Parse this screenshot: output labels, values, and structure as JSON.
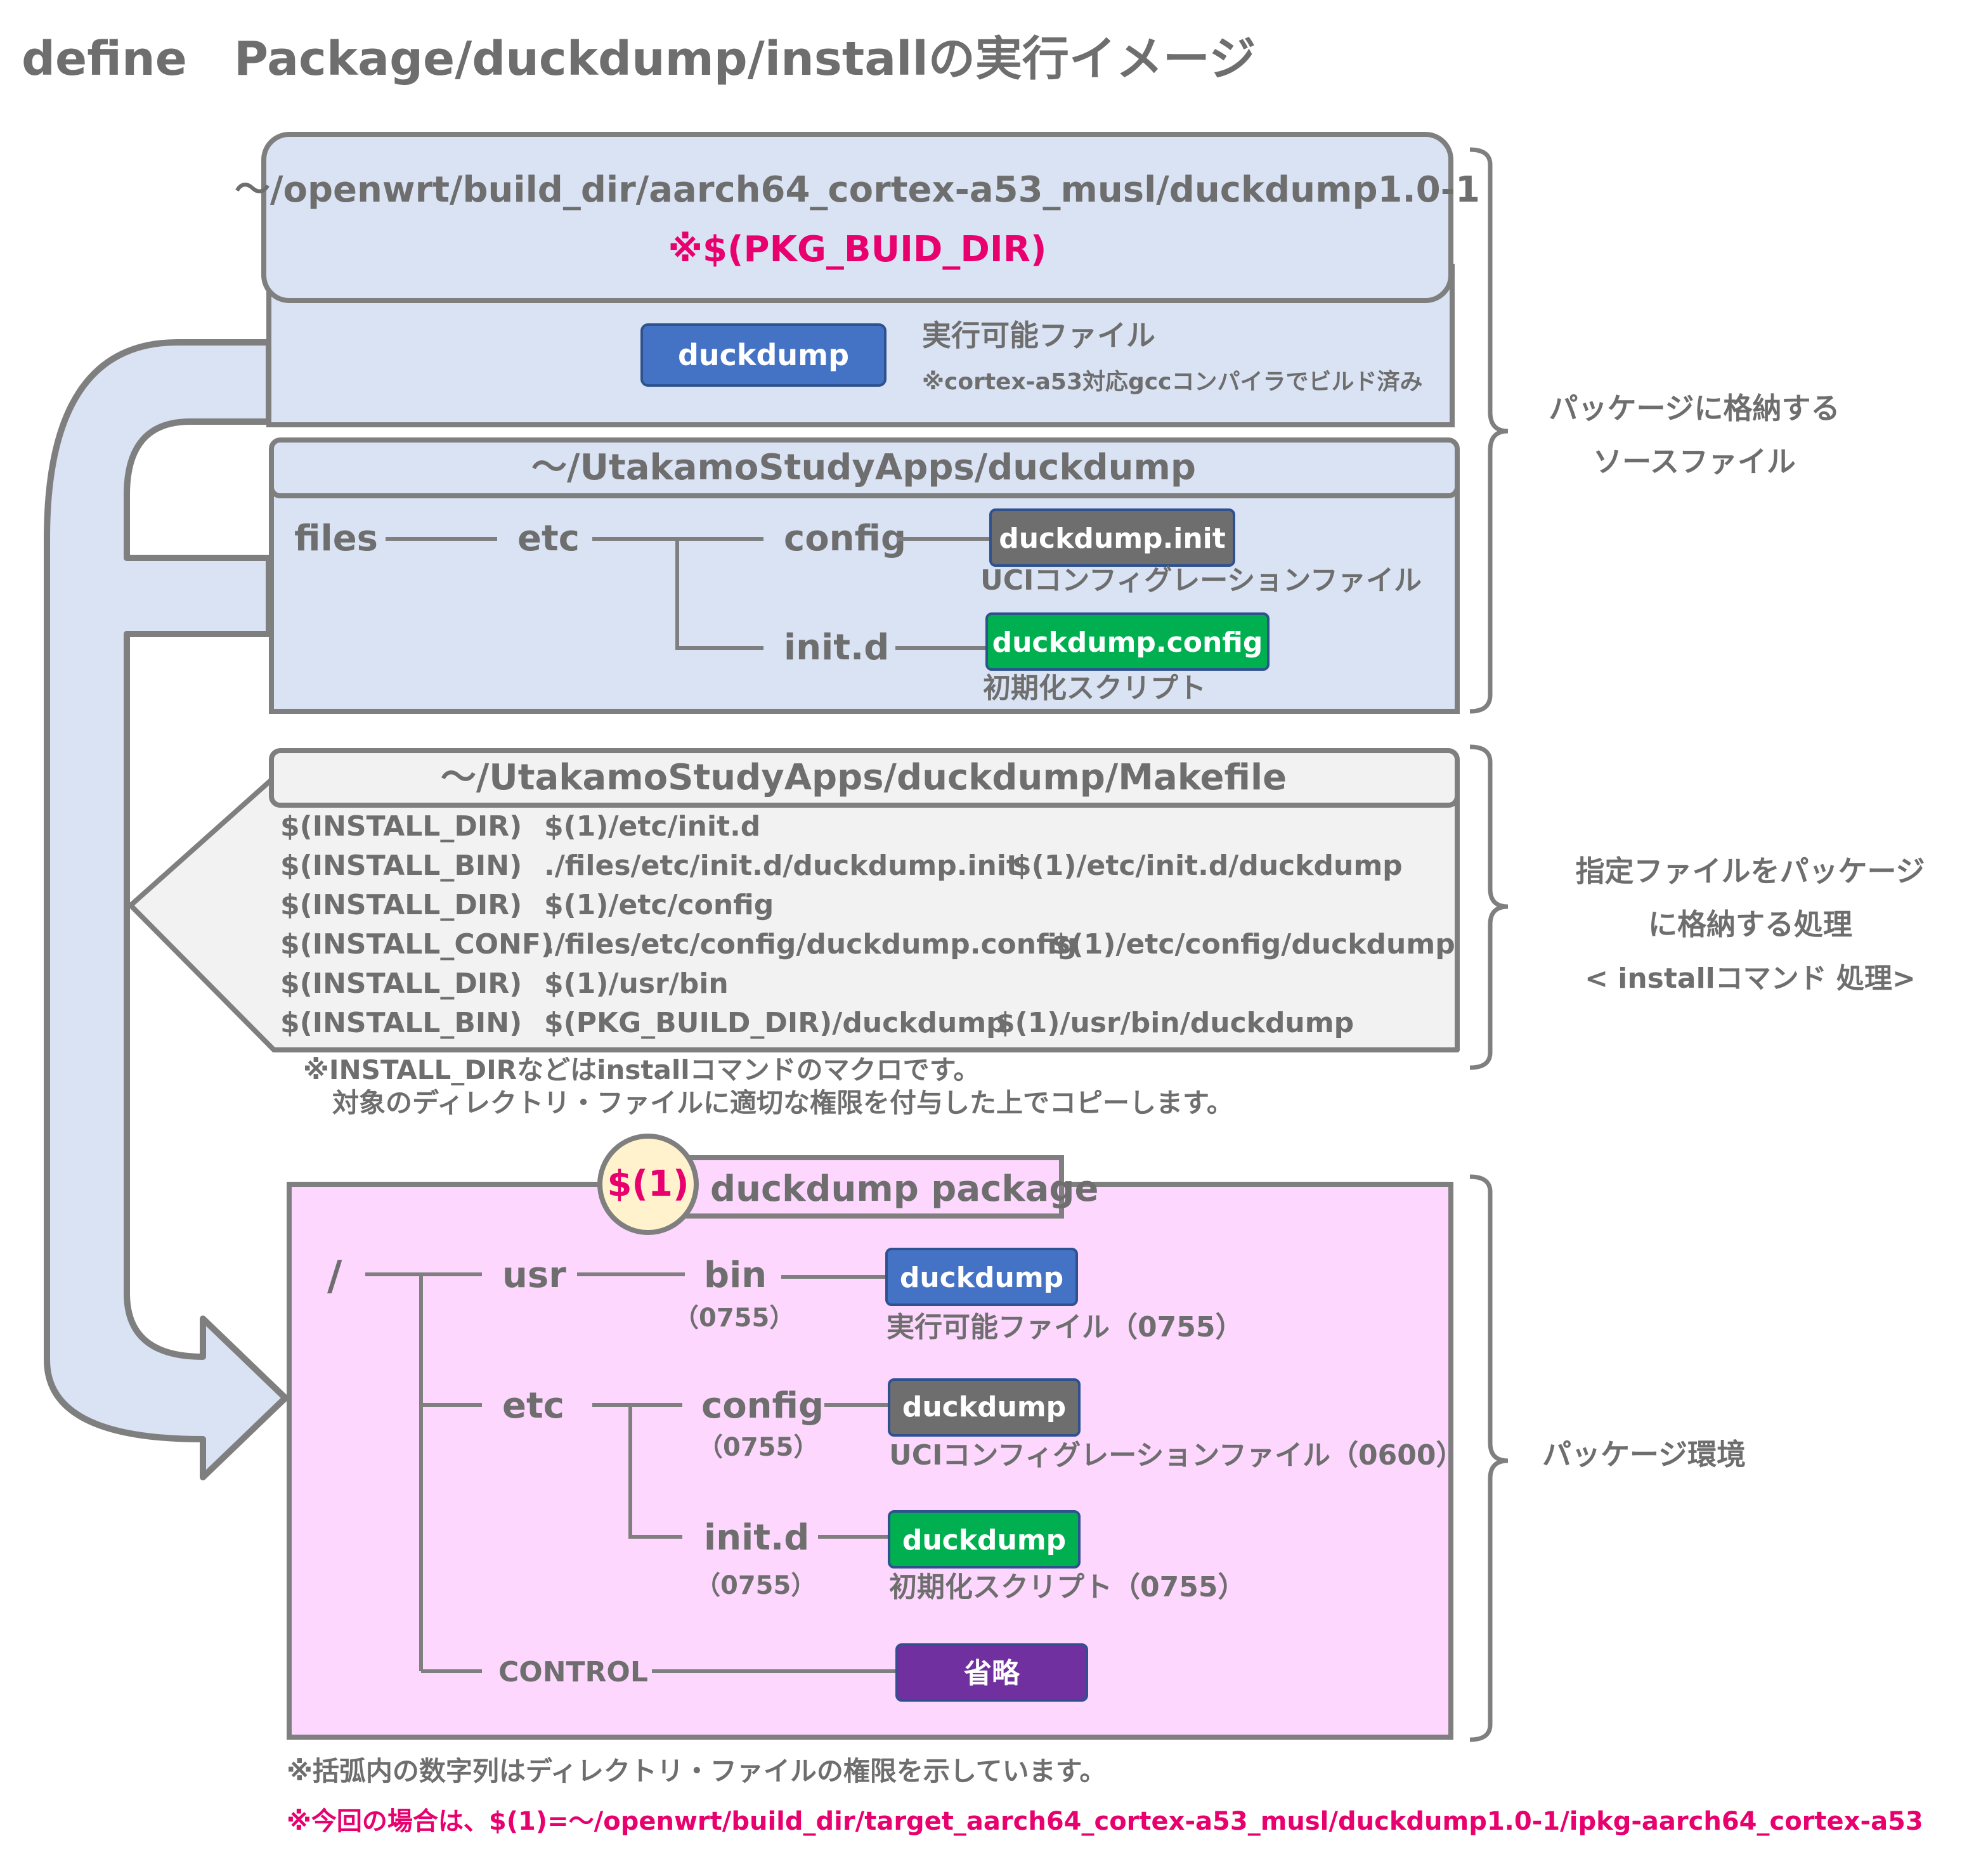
{
  "title": "define　Package/duckdump/installの実行イメージ",
  "colors": {
    "box_blue": "#dae3f3",
    "box_gray": "#f2f2f2",
    "box_pink": "#fdd7fd",
    "border": "#7f7f7f",
    "accent_pink": "#e8006f",
    "badge_blue": "#4472c4",
    "badge_gray": "#6e6e6e",
    "badge_green": "#00b050",
    "badge_purple": "#7030a0",
    "circle_fill": "#fff2cc"
  },
  "build_dir": {
    "path": "～/openwrt/build_dir/aarch64_cortex-a53_musl/duckdump1.0-1",
    "macro": "※$(PKG_BUID_DIR)",
    "badge": "duckdump",
    "desc": "実行可能ファイル",
    "note": "※cortex-a53対応gccコンパイラでビルド済み"
  },
  "source_dir": {
    "path": "～/UtakamoStudyApps/duckdump",
    "files": "files",
    "etc": "etc",
    "config": "config",
    "initd": "init.d",
    "badge_init": "duckdump.init",
    "desc_init": "UCIコンフィグレーションファイル",
    "badge_config": "duckdump.config",
    "desc_config": "初期化スクリプト"
  },
  "makefile": {
    "path": "～/UtakamoStudyApps/duckdump/Makefile",
    "lines": [
      {
        "cmd": "$(INSTALL_DIR)",
        "arg1": "$(1)/etc/init.d",
        "arg2": ""
      },
      {
        "cmd": "$(INSTALL_BIN)",
        "arg1": "./files/etc/init.d/duckdump.init",
        "arg2": "$(1)/etc/init.d/duckdump"
      },
      {
        "cmd": "$(INSTALL_DIR)",
        "arg1": "$(1)/etc/config",
        "arg2": ""
      },
      {
        "cmd": "$(INSTALL_CONF)",
        "arg1": "./files/etc/config/duckdump.config",
        "arg2": "$(1)/etc/config/duckdump"
      },
      {
        "cmd": "$(INSTALL_DIR)",
        "arg1": "$(1)/usr/bin",
        "arg2": ""
      },
      {
        "cmd": "$(INSTALL_BIN)",
        "arg1": "$(PKG_BUILD_DIR)/duckdump",
        "arg2": "$(1)/usr/bin/duckdump"
      }
    ],
    "note1": "※INSTALL_DIRなどはinstallコマンドのマクロです。",
    "note2": "対象のディレクトリ・ファイルに適切な権限を付与した上でコピーします。"
  },
  "package": {
    "circle": "$(1)",
    "title": "duckdump package",
    "root": "/",
    "usr": "usr",
    "bin": "bin",
    "bin_perm": "（0755）",
    "etc": "etc",
    "config": "config",
    "config_perm": "（0755）",
    "initd": "init.d",
    "initd_perm": "（0755）",
    "control": "CONTROL",
    "badge_bin": "duckdump",
    "desc_bin": "実行可能ファイル（0755）",
    "badge_config": "duckdump",
    "desc_config": "UCIコンフィグレーションファイル（0600）",
    "badge_initd": "duckdump",
    "desc_initd": "初期化スクリプト（0755）",
    "badge_control": "省略"
  },
  "side_labels": {
    "source_line1": "パッケージに格納する",
    "source_line2": "ソースファイル",
    "process_line1": "指定ファイルをパッケージ",
    "process_line2": "に格納する処理",
    "process_line3": "< installコマンド 処理>",
    "package_env": "パッケージ環境"
  },
  "footer": {
    "note1": "※括弧内の数字列はディレクトリ・ファイルの権限を示しています。",
    "note2": "※今回の場合は、$(1)=～/openwrt/build_dir/target_aarch64_cortex-a53_musl/duckdump1.0-1/ipkg-aarch64_cortex-a53"
  }
}
